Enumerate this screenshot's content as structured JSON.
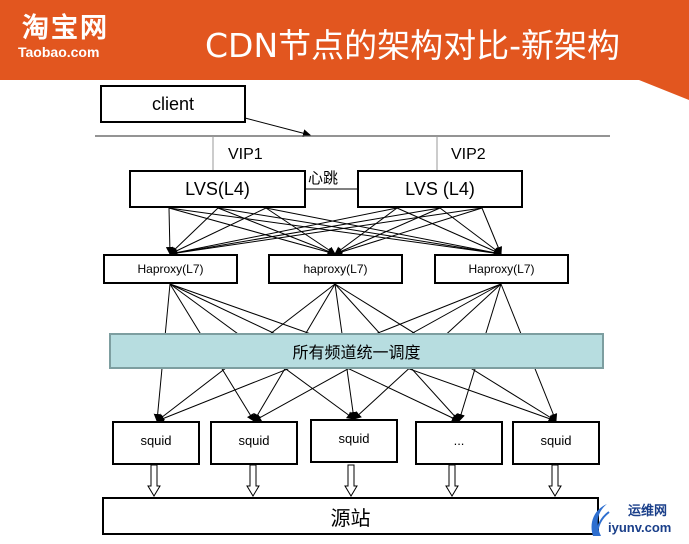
{
  "header": {
    "logo_cn": "淘宝网",
    "logo_en": "Taobao.com",
    "title": "CDN节点的架构对比-新架构",
    "brand_color": "#e2561f"
  },
  "diagram": {
    "client": "client",
    "vip1": "VIP1",
    "vip2": "VIP2",
    "heartbeat": "心跳",
    "lvs": [
      "LVS(L4)",
      "LVS (L4)"
    ],
    "haproxy": [
      "Haproxy(L7)",
      "haproxy(L7)",
      "Haproxy(L7)"
    ],
    "schedule": "所有频道统一调度",
    "squid": [
      "squid",
      "squid",
      "squid",
      "...",
      "squid"
    ],
    "origin": "源站",
    "schedule_color": "#b7dde0"
  },
  "watermark": {
    "cn": "运维网",
    "en": "iyunv.com"
  }
}
